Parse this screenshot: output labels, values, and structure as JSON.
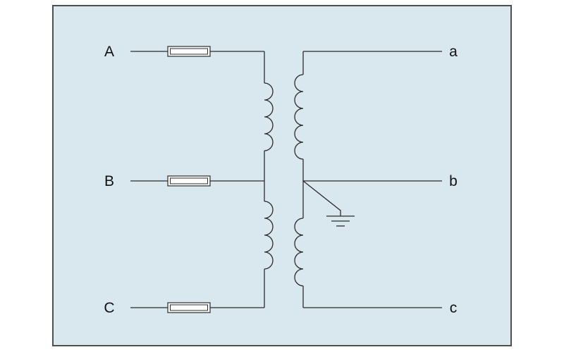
{
  "diagram": {
    "kind": "electrical-schematic",
    "description": "Three-phase transformer with primary fuses and earthed secondary neutral point",
    "panel": {
      "fill": "#d9e8ee",
      "border": "#4f4f4f",
      "line_color": "#2b2b2b"
    },
    "terminals": {
      "primary": [
        "A",
        "B",
        "C"
      ],
      "secondary": [
        "a",
        "b",
        "c"
      ]
    },
    "components": [
      "fuse-A",
      "fuse-B",
      "fuse-C",
      "primary-winding-upper",
      "primary-winding-lower",
      "secondary-winding-upper",
      "secondary-winding-lower",
      "earth-ground"
    ]
  }
}
